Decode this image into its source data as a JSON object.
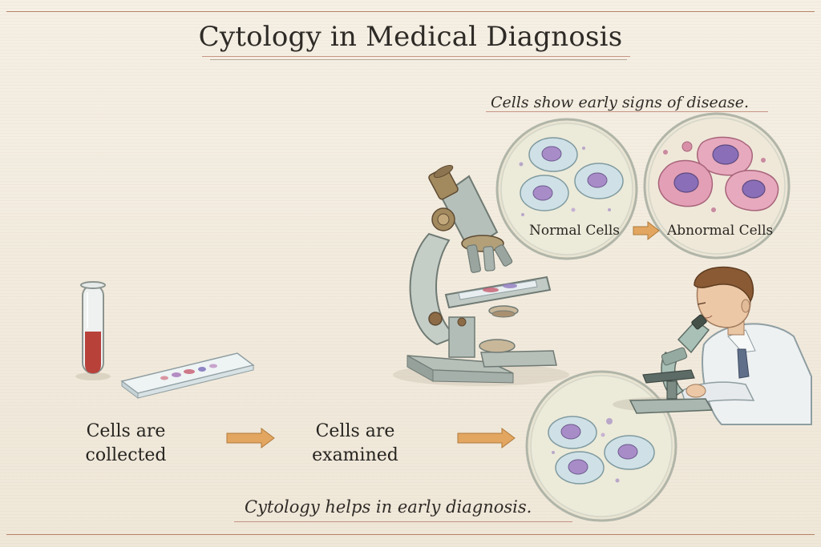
{
  "title": "Cytology in Medical Diagnosis",
  "disease_note": "Cells show early signs of disease.",
  "comparison": {
    "normal_label": "Normal Cells",
    "abnormal_label": "Abnormal Cells"
  },
  "process_steps": [
    {
      "line1": "Cells are",
      "line2": "collected"
    },
    {
      "line1": "Cells are",
      "line2": "examined"
    }
  ],
  "conclusion": "Cytology helps in early diagnosis.",
  "colors": {
    "rule": "#b8826a",
    "arrow": "#e2a661",
    "blood": "#b8413a",
    "normal_cytoplasm": "#cfe1e6",
    "normal_nucleus": "#a88cc8",
    "abnormal_cytoplasm": "#e7a9bd",
    "abnormal_nucleus": "#8a6fb8",
    "metal": "#a7b3ad"
  }
}
